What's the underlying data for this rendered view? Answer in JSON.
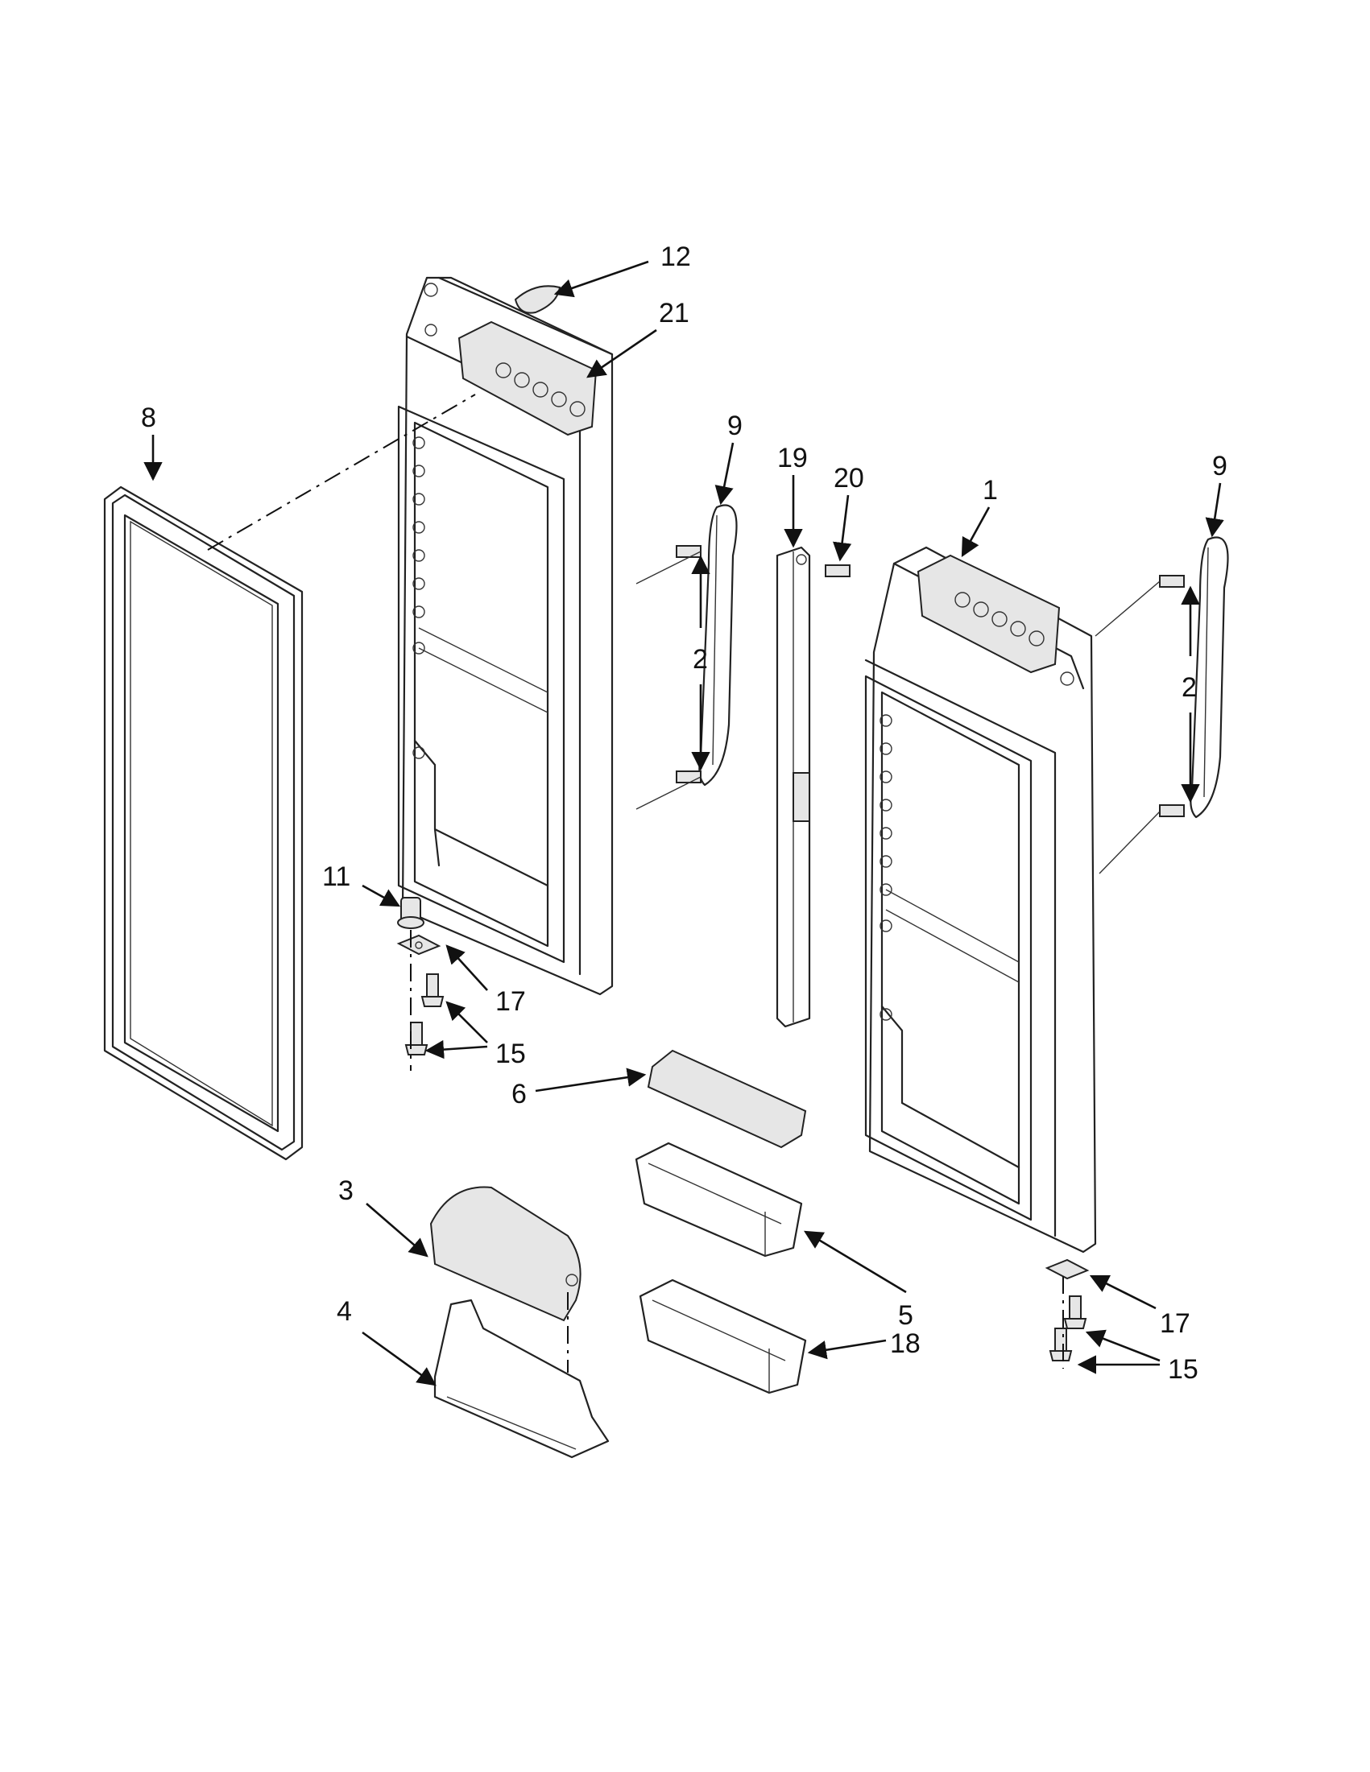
{
  "callouts": {
    "c1": "1",
    "c2a": "2",
    "c2b": "2",
    "c3": "3",
    "c4": "4",
    "c5": "5",
    "c6": "6",
    "c8": "8",
    "c9a": "9",
    "c9b": "9",
    "c11": "11",
    "c12": "12",
    "c15a": "15",
    "c15b": "15",
    "c17a": "17",
    "c17b": "17",
    "c18": "18",
    "c19": "19",
    "c20": "20",
    "c21": "21"
  }
}
